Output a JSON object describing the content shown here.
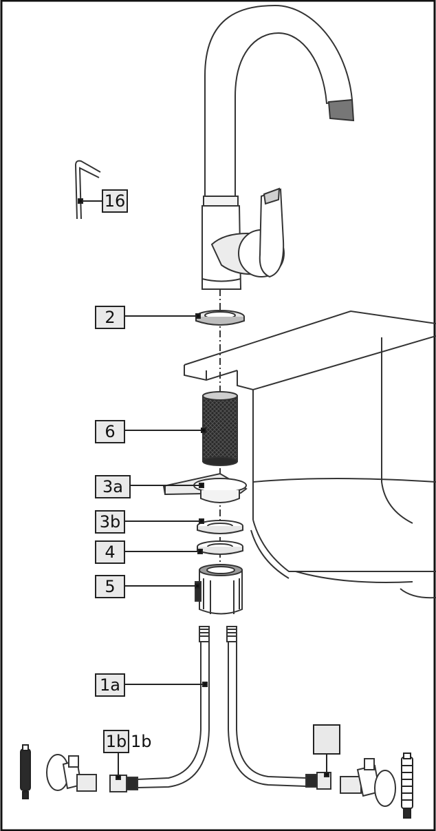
{
  "diagram": {
    "labels": {
      "l16": "16",
      "l2": "2",
      "l6": "6",
      "l3a": "3a",
      "l3b": "3b",
      "l4": "4",
      "l5": "5",
      "l1a": "1a",
      "l1b": "1b",
      "l1b_extra": "1b",
      "blank": ""
    }
  }
}
